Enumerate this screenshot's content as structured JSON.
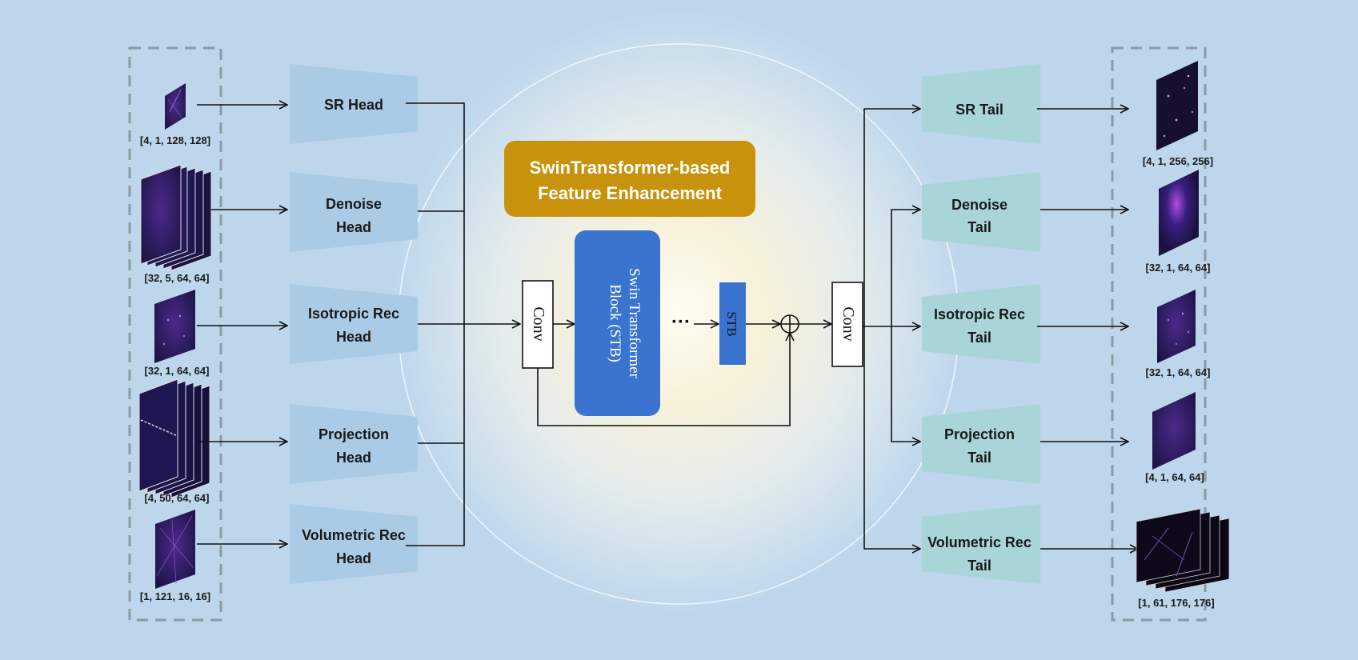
{
  "heads": [
    {
      "line1": "SR Head",
      "line2": ""
    },
    {
      "line1": "Denoise",
      "line2": "Head"
    },
    {
      "line1": "Isotropic Rec",
      "line2": "Head"
    },
    {
      "line1": "Projection",
      "line2": "Head"
    },
    {
      "line1": "Volumetric Rec",
      "line2": "Head"
    }
  ],
  "tails": [
    {
      "line1": "SR Tail",
      "line2": ""
    },
    {
      "line1": "Denoise",
      "line2": "Tail"
    },
    {
      "line1": "Isotropic Rec",
      "line2": "Tail"
    },
    {
      "line1": "Projection",
      "line2": "Tail"
    },
    {
      "line1": "Volumetric Rec",
      "line2": "Tail"
    }
  ],
  "inputs": [
    {
      "dims": "[4, 1, 128, 128]"
    },
    {
      "dims": "[32, 5, 64, 64]"
    },
    {
      "dims": "[32, 1, 64, 64]"
    },
    {
      "dims": "[4, 50, 64, 64]"
    },
    {
      "dims": "[1, 121, 16, 16]"
    }
  ],
  "outputs": [
    {
      "dims": "[4, 1, 256, 256]"
    },
    {
      "dims": "[32, 1, 64, 64]"
    },
    {
      "dims": "[32, 1, 64, 64]"
    },
    {
      "dims": "[4, 1, 64, 64]"
    },
    {
      "dims": "[1, 61, 176, 176]"
    }
  ],
  "center": {
    "title_line1": "SwinTransformer-based",
    "title_line2": "Feature Enhancement",
    "conv_left": "Conv",
    "stb_block_line1": "Swin Transformer",
    "stb_block_line2": "Block (STB)",
    "ellipsis": "···",
    "stb_small": "STB",
    "conv_right": "Conv"
  },
  "colors": {
    "head_trapezoid": "#a9cbe6",
    "tail_trapezoid": "#a9d4d8",
    "title_box": "#c9920c",
    "stb_block": "#3a74cf",
    "arrow": "#111111",
    "dashed_border": "#8a9aa2"
  }
}
